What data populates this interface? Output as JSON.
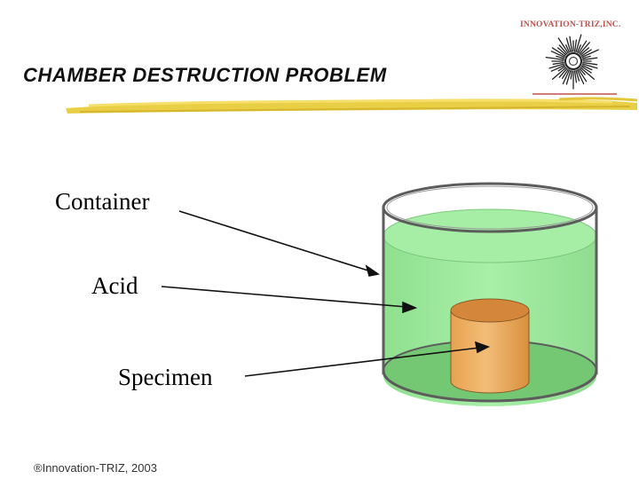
{
  "slide": {
    "brand": "INNOVATION-TRIZ,INC.",
    "title": "CHAMBER DESTRUCTION PROBLEM",
    "footer": "®Innovation-TRIZ, 2003"
  },
  "labels": {
    "container": "Container",
    "acid": "Acid",
    "specimen": "Specimen"
  },
  "colors": {
    "brand": "#c0504d",
    "title_stroke": "#e8c93a",
    "acid": "#9ee89e",
    "acid_dark": "#6fc86f",
    "specimen": "#e7a75a",
    "container_rim": "#6a6a6a",
    "arrow": "#111111"
  },
  "icons": {
    "logo": "sunburst-logo-icon"
  }
}
